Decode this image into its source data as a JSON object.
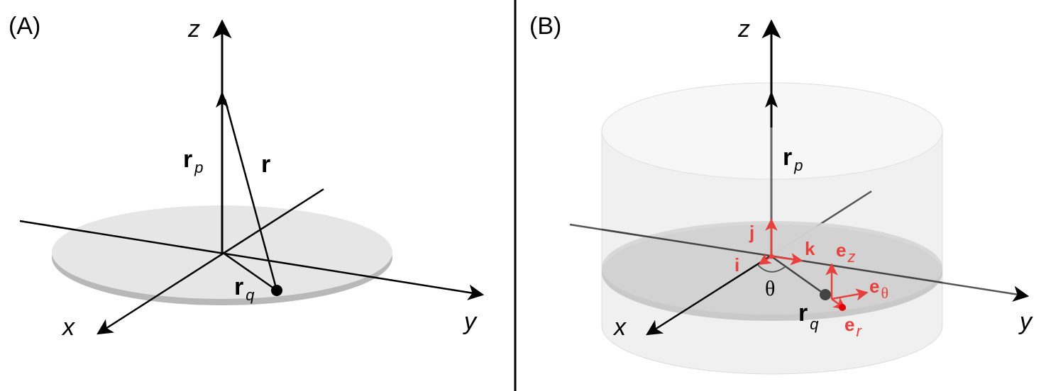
{
  "panel_a": {
    "label": "(A)",
    "axes": {
      "x": "x",
      "y": "y",
      "z": "z"
    },
    "vectors": {
      "rp_main": "r",
      "rp_sub": "p",
      "r": "r",
      "rq_main": "r",
      "rq_sub": "q"
    }
  },
  "panel_b": {
    "label": "(B)",
    "axes": {
      "x": "x",
      "y": "y",
      "z": "z"
    },
    "vectors": {
      "rp_main": "r",
      "rp_sub": "p",
      "rq_main": "r",
      "rq_sub": "q"
    },
    "angle": "θ",
    "unit_vectors": {
      "i": "i",
      "j": "j",
      "k": "k",
      "ez_main": "e",
      "ez_sub": "z",
      "etheta_main": "e",
      "etheta_sub": "θ",
      "er_main": "e",
      "er_sub": "r"
    }
  },
  "colors": {
    "axis": "#000000",
    "disk_fill": "#e6e6e6",
    "disk_edge": "#b0b0b0",
    "cylinder_fill": "#f2f2f2",
    "cylinder_mid": "#d6d6d6",
    "unit_vector": "#e8403c",
    "separator": "#000000"
  }
}
